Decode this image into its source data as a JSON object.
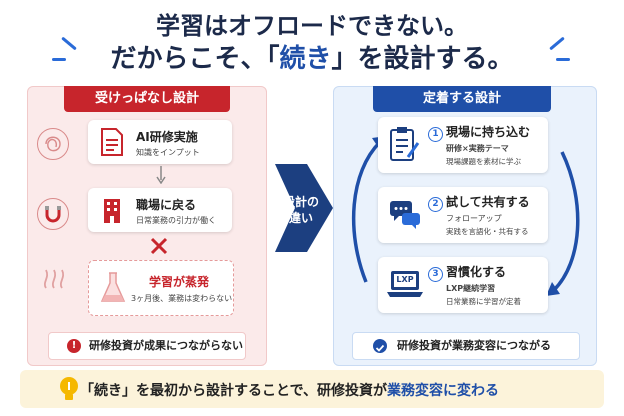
{
  "title": {
    "line1": "学習はオフロードできない。",
    "line2_pre": "だからこそ、「",
    "line2_hl": "続き",
    "line2_post": "」を設計する。"
  },
  "left": {
    "header": "受けっぱなし設計",
    "card1": {
      "title": "AI研修実施",
      "sub": "知識をインプット"
    },
    "card2": {
      "title": "職場に戻る",
      "sub": "日常業務の引力が働く"
    },
    "card3": {
      "title": "学習が蒸発",
      "sub": "3ヶ月後、業務は変わらない"
    },
    "result": "研修投資が成果につながらない",
    "accent": "#c7252c"
  },
  "center": {
    "label": "設計の違い"
  },
  "right": {
    "header": "定着する設計",
    "step1": {
      "num": "1",
      "title": "現場に持ち込む",
      "sub1": "研修×実務テーマ",
      "sub2": "現場課題を素材に学ぶ"
    },
    "step2": {
      "num": "2",
      "title": "試して共有する",
      "sub1": "フォローアップ",
      "sub2": "実践を言語化・共有する"
    },
    "step3": {
      "num": "3",
      "title": "習慣化する",
      "sub1": "LXP継続学習",
      "sub2": "日常業務に学習が定着"
    },
    "lxp_icon_text": "LXP",
    "result": "研修投資が業務変容につながる",
    "accent": "#1f4fa8"
  },
  "footer": {
    "pre": "「続き」を最初から設計することで、研修投資が",
    "hl": "業務変容に変わる"
  }
}
